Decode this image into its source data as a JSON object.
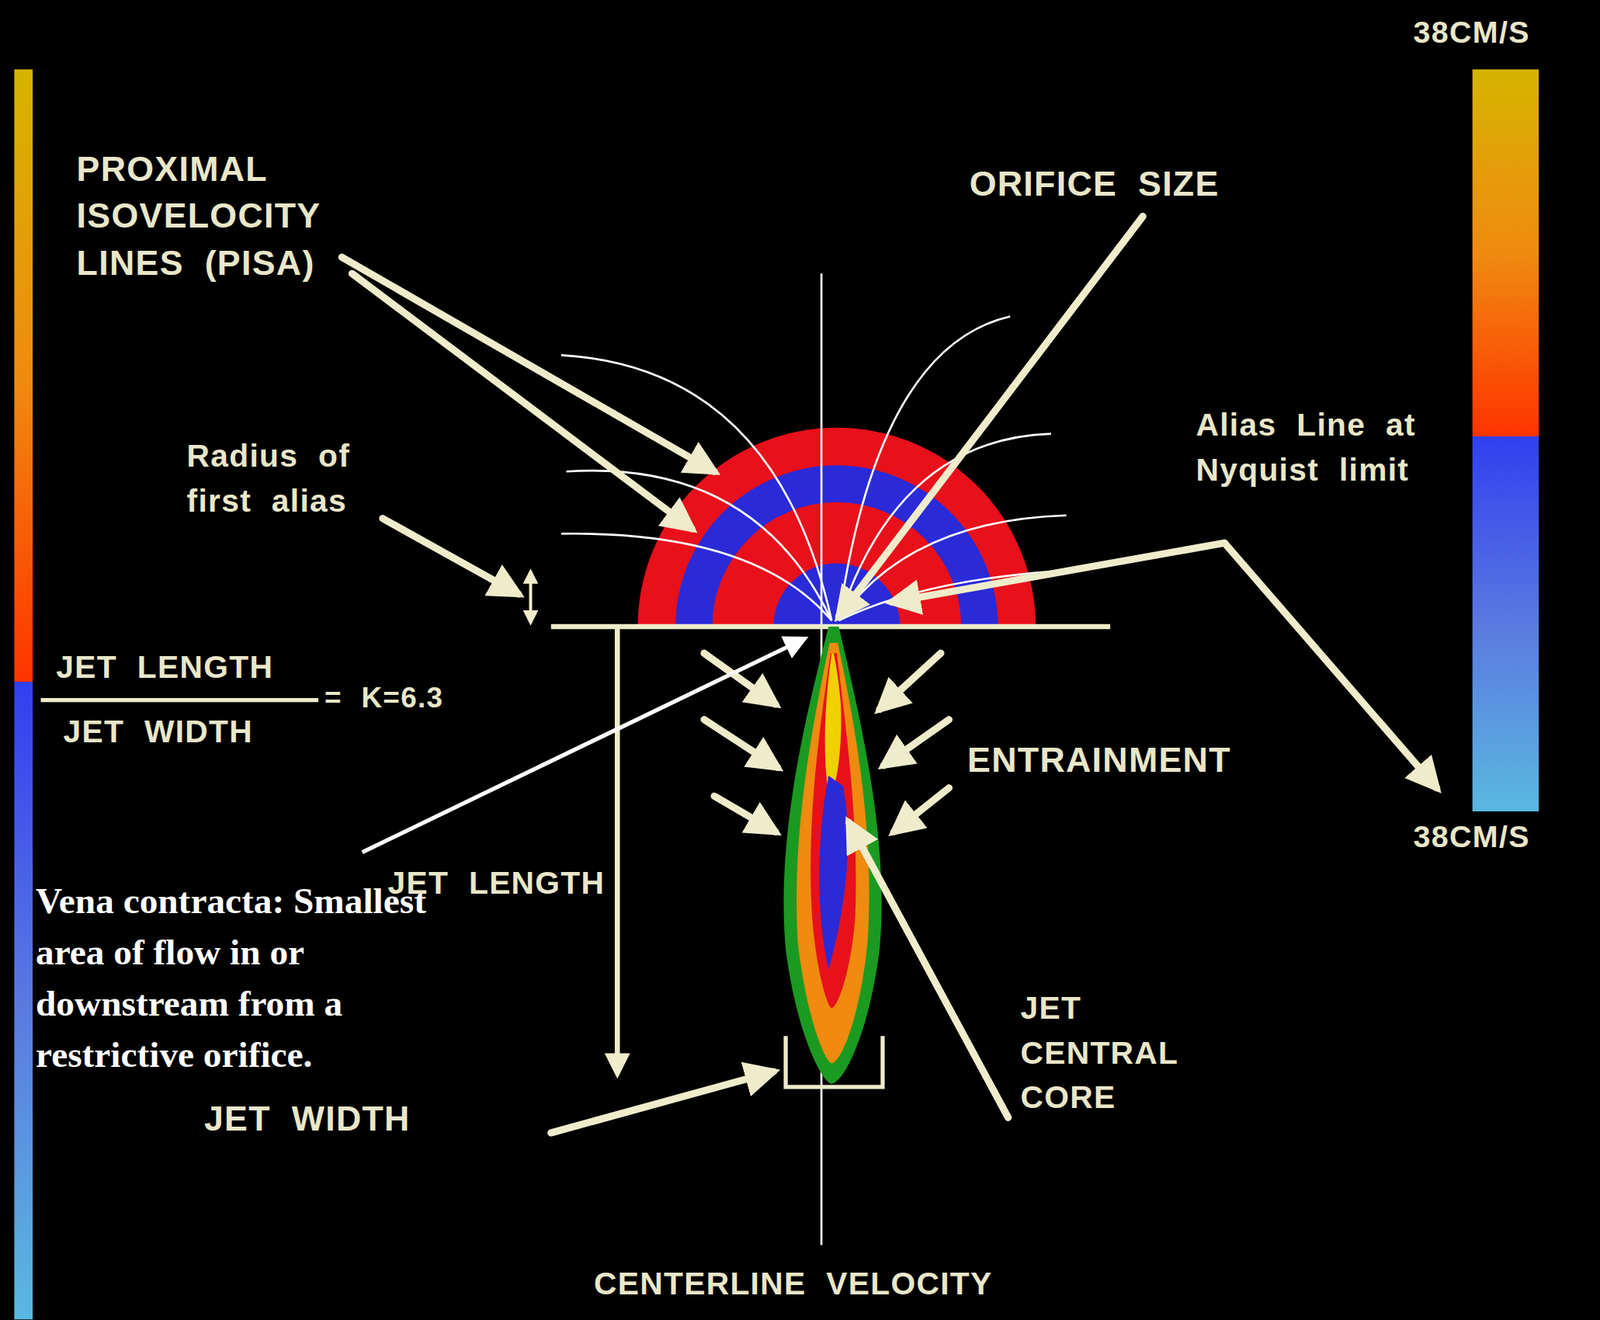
{
  "diagram": {
    "labels": [
      "38CM/S",
      "PROXIMAL ISOVELOCITY LINES (PISA)",
      "ORIFICE SIZE",
      "Alias Line at Nyquist limit",
      "Radius of first alias",
      "JET LENGTH",
      "JET WIDTH",
      "= K=6.3",
      "ENTRAINMENT",
      "38CM/S",
      "Vena contracta: Smallest area of flow in or downstream from a restrictive orifice.",
      "JET LENGTH",
      "JET CENTRAL CORE",
      "JET WIDTH",
      "CENTERLINE VELOCITY"
    ]
  }
}
